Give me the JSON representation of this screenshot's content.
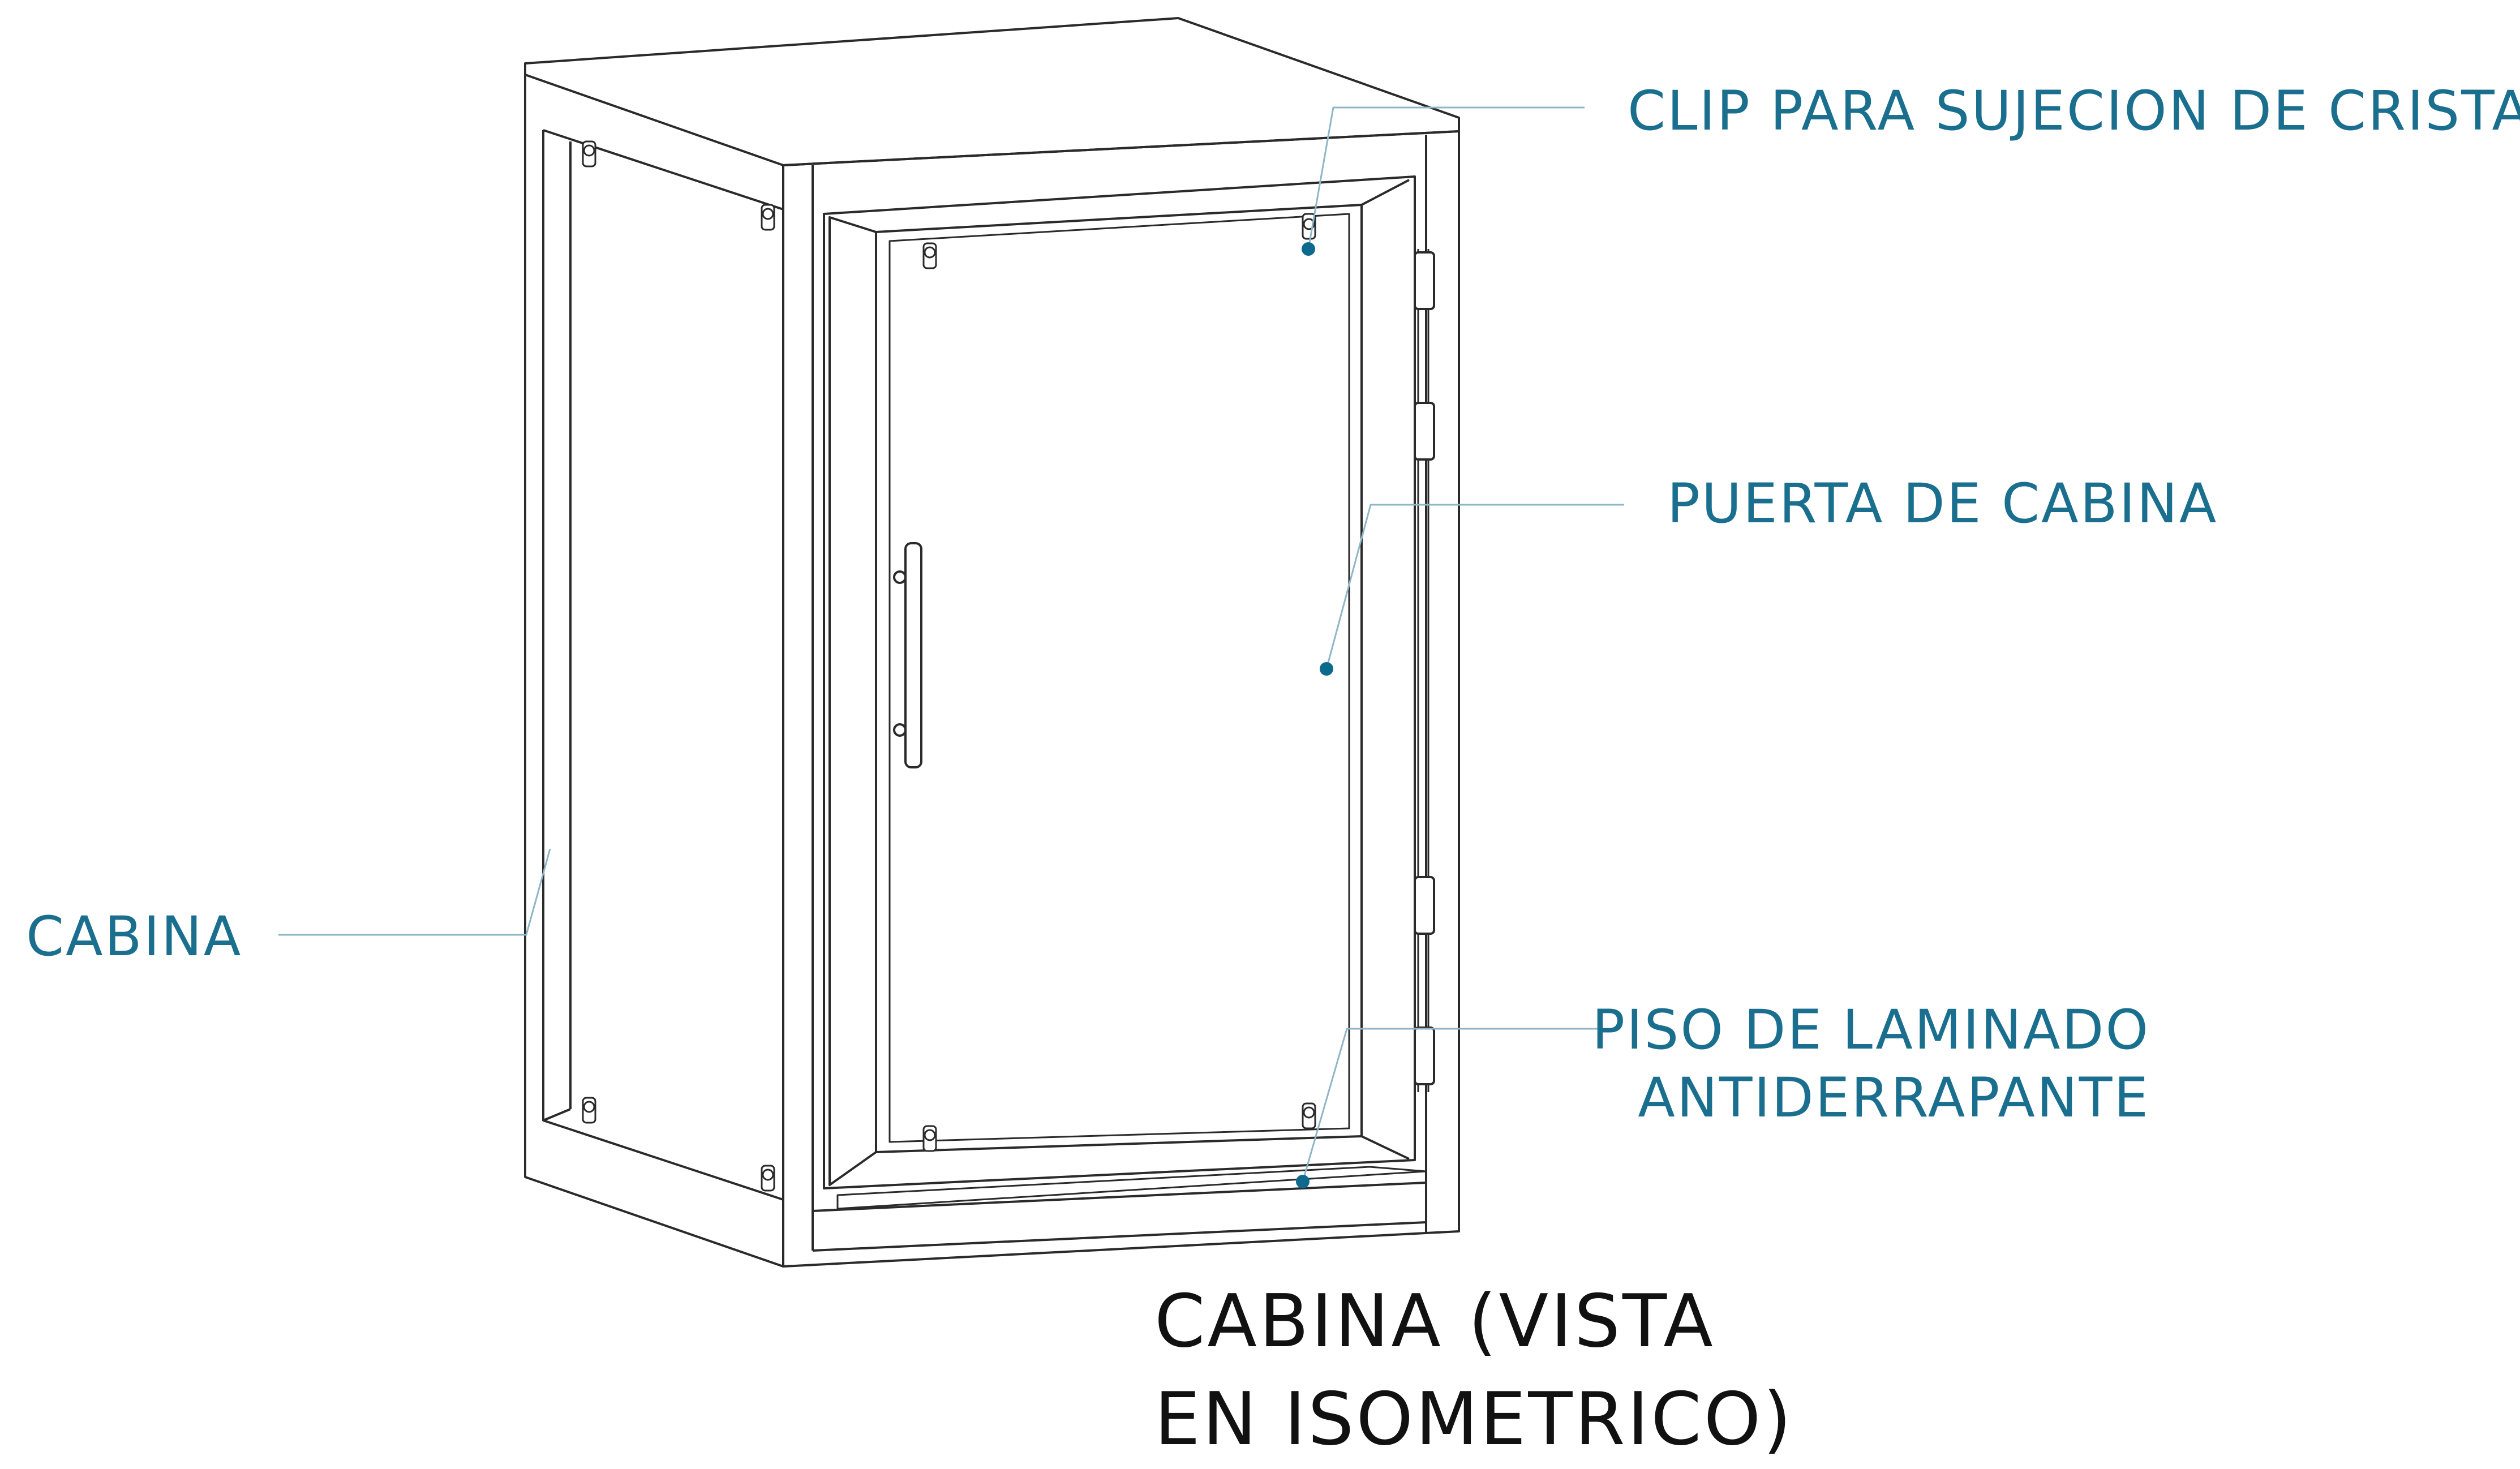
{
  "colors": {
    "callout_text": "#1a6f8f",
    "leader_line": "#8fb6c6",
    "dot": "#0e6a8c",
    "drawing": "#2a2a2a",
    "title_text": "#111111"
  },
  "labels": {
    "clip": "CLIP PARA SUJECION DE CRISTAL",
    "puerta": "PUERTA DE CABINA",
    "cabina": "CABINA",
    "piso": [
      "PISO DE LAMINADO",
      "ANTIDERRAPANTE"
    ]
  },
  "title": [
    "CABINA (VISTA",
    "EN ISOMETRICO)"
  ]
}
